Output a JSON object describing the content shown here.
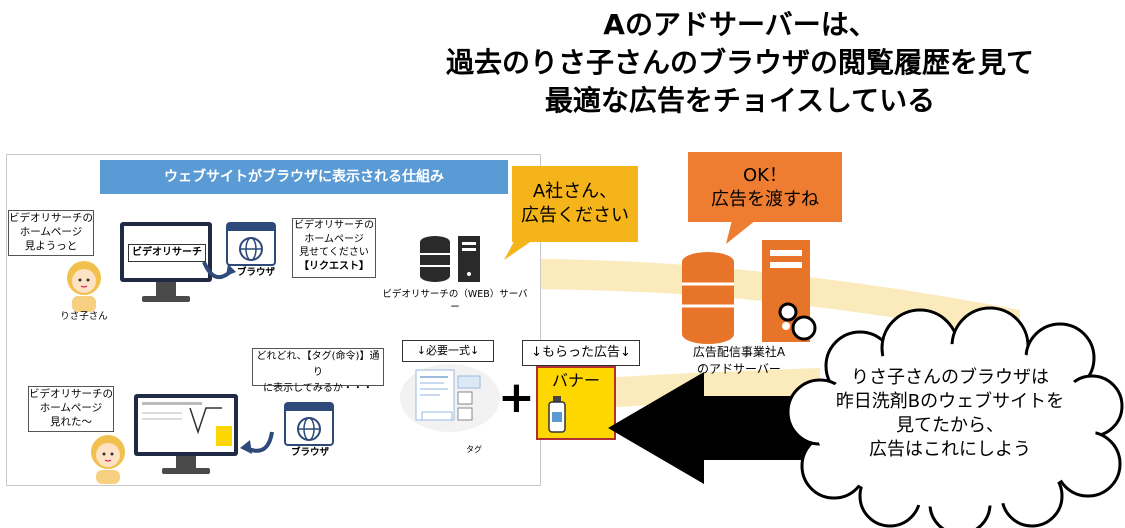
{
  "title": {
    "line1": "Aのアドサーバーは、",
    "line2": "過去のりさ子さんのブラウザの閲覧履歴を見て",
    "line3": "最適な広告をチョイスしている"
  },
  "panel": {
    "banner": "ウェブサイトがブラウザに表示される仕組み",
    "user_bubble_top": [
      "ビデオリサーチの",
      "ホームページ",
      "見ようっと"
    ],
    "site_logo": "ビデオリサーチ",
    "browser_label_top": "ブラウザ",
    "request_bubble": [
      "ビデオリサーチの",
      "ホームページ",
      "見せてください",
      "【リクエスト】"
    ],
    "server_label": "ビデオリサーチの（WEB）サーバー",
    "user_name": "りさ子さん",
    "user_bubble_bottom": [
      "ビデオリサーチの",
      "ホームページ",
      "見れた〜"
    ],
    "browser_bubble": [
      "どれどれ、【タグ(命令)】通り",
      "に表示してみるか・・・"
    ],
    "browser_label_bottom": "ブラウザ",
    "required_label": "↓必要一式↓",
    "mini_tag": "タグ"
  },
  "received_ad_label": "↓もらった広告↓",
  "banner_ad": "バナー",
  "plus_sign": "+",
  "request_ad_bubble": [
    "A社さん、",
    "広告ください"
  ],
  "ok_bubble": [
    "OK！",
    "広告を渡すね"
  ],
  "adserver_label": [
    "広告配信事業社A",
    "のアドサーバー"
  ],
  "thought_bubble": [
    "りさ子さんのブラウザは",
    "昨日洗剤Bのウェブサイトを",
    "見てたから、",
    "広告はこれにしよう"
  ],
  "colors": {
    "banner_blue": "#5b9bd5",
    "orange": "#f4b41a",
    "red_orange": "#ef7d31",
    "ad_yellow": "#ffd700",
    "server_orange": "#e8742a",
    "flow_band": "#fbe9b5"
  }
}
